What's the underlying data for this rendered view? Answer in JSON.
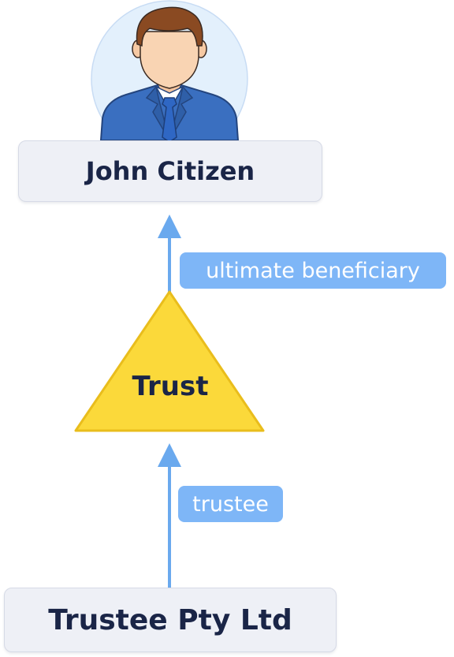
{
  "nodes": {
    "person": {
      "label": "John Citizen",
      "icon": "businessman-avatar-icon"
    },
    "trust": {
      "label": "Trust",
      "shape": "triangle",
      "color": "#fbd93a"
    },
    "trustee_company": {
      "label": "Trustee Pty Ltd"
    }
  },
  "edges": [
    {
      "from": "trust",
      "to": "person",
      "label": "ultimate beneficiary"
    },
    {
      "from": "trustee_company",
      "to": "trust",
      "label": "trustee"
    }
  ],
  "colors": {
    "arrow": "#6aa9ee",
    "label_bg": "#7eb6f7",
    "node_bg": "#eef0f6",
    "text": "#1a2547",
    "avatar_bg": "#e3f0fc",
    "suit": "#3a6fc0",
    "hair": "#8a4a22",
    "skin": "#f9d4b3"
  }
}
